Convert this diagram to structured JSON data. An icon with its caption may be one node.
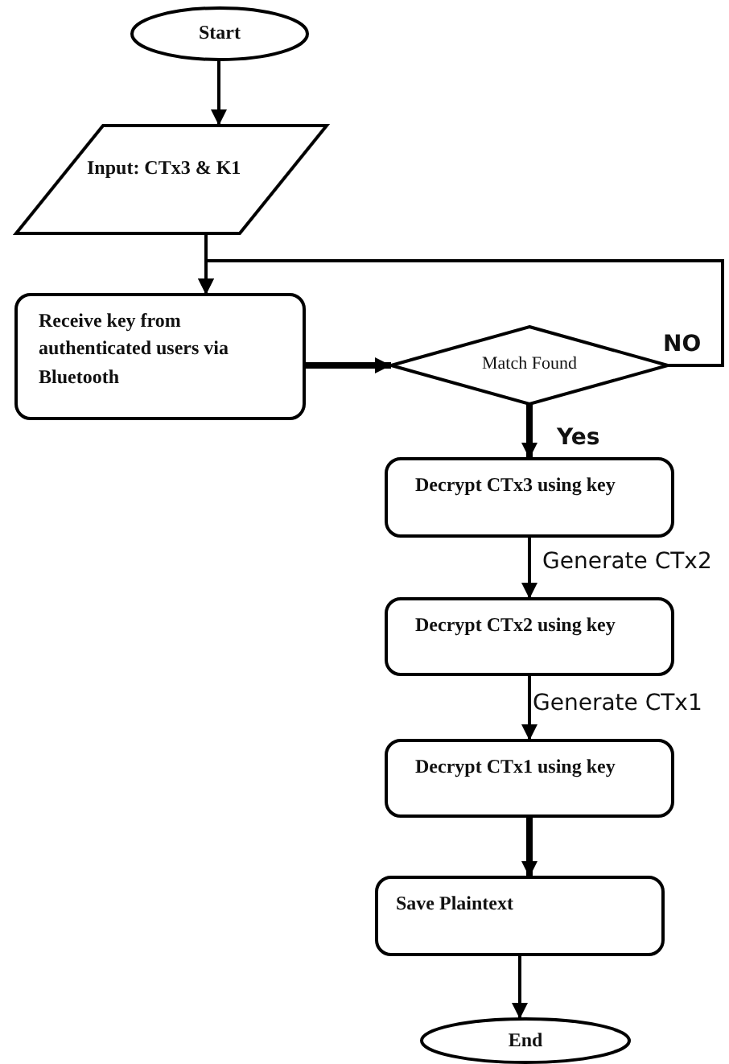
{
  "diagram": {
    "nodes": [
      {
        "text": [
          "Start"
        ]
      },
      {
        "text": [
          "Input: CTx3 & K1"
        ]
      },
      {
        "text": [
          "Receive key from authenticated users via Bluetooth"
        ]
      },
      {
        "text": [
          "Match Found"
        ]
      },
      {
        "text": [
          "Decrypt CTx3 using key"
        ]
      },
      {
        "text": [
          "Decrypt CTx2 using key"
        ]
      },
      {
        "text": [
          "Decrypt CTx1 using key"
        ]
      },
      {
        "text": [
          "Save Plaintext"
        ]
      },
      {
        "text": [
          "End"
        ]
      }
    ],
    "edges": [
      {
        "from": 0,
        "to": 1,
        "arrow": "to"
      },
      {
        "from": 1,
        "to": 2,
        "arrow": "to"
      },
      {
        "from": 2,
        "to": 3,
        "arrow": "to",
        "style": "thick"
      },
      {
        "from": 3,
        "to": 2,
        "arrow": "to",
        "label": "NO"
      },
      {
        "from": 3,
        "to": 4,
        "arrow": "to",
        "label": "Yes",
        "style": "thick"
      },
      {
        "from": 4,
        "to": 5,
        "arrow": "to",
        "label": "Generate CTx2"
      },
      {
        "from": 5,
        "to": 6,
        "arrow": "to",
        "label": "Generate CTx1"
      },
      {
        "from": 6,
        "to": 7,
        "arrow": "to",
        "style": "thick"
      },
      {
        "from": 7,
        "to": 8,
        "arrow": "to"
      }
    ]
  }
}
